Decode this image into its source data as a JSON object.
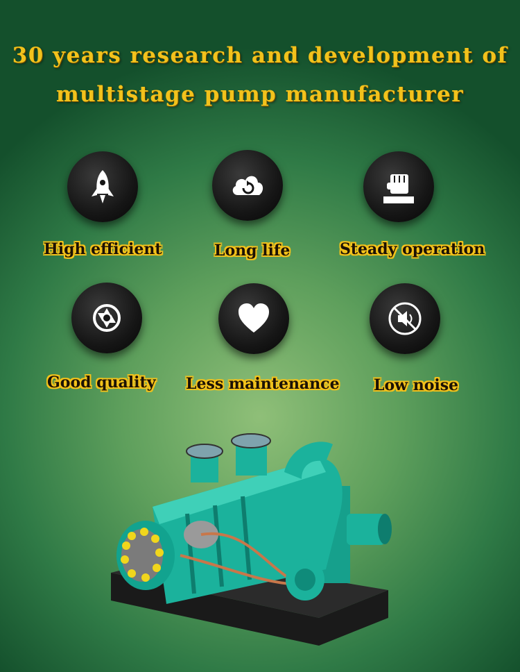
{
  "headline": {
    "line1": "30 years research and development of",
    "line2": "multistage pump manufacturer"
  },
  "features": [
    {
      "label": "High efficient",
      "icon": "rocket-icon"
    },
    {
      "label": "Long life",
      "icon": "cloud-refresh-icon"
    },
    {
      "label": "Steady operation",
      "icon": "fist-icon"
    },
    {
      "label": "Good quality",
      "icon": "shutter-icon"
    },
    {
      "label": "Less maintenance",
      "icon": "heart-icon"
    },
    {
      "label": "Low noise",
      "icon": "mute-speaker-icon"
    }
  ],
  "colors": {
    "title": "#f2c21c",
    "label_outline": "#f4c21a",
    "icon_circle": "#161616",
    "pump_body": "#1aa391"
  }
}
